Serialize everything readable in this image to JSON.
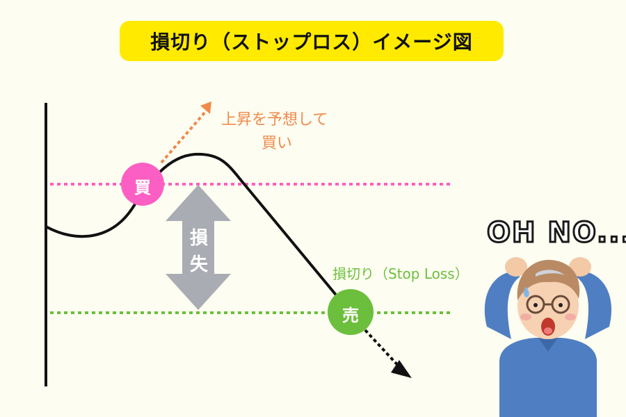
{
  "title": "損切り（ストップロス）イメージ図",
  "buy_note": {
    "line1": "上昇を予想して",
    "line2": "買い"
  },
  "buy_badge": "買",
  "loss_arrow": {
    "char1": "損",
    "char2": "失"
  },
  "stop_loss_label": "損切り（Stop Loss）",
  "sell_badge": "売",
  "reaction": "OH NO...",
  "colors": {
    "background": "#fdfdf1",
    "title_bg": "#ffea00",
    "buy": "#fc5fc3",
    "buy_note": "#f08a4b",
    "stop_loss": "#6cbf3c",
    "loss_arrow": "#a9acb3",
    "price_line": "#111111"
  },
  "icons": [
    "worried-man-icon"
  ]
}
